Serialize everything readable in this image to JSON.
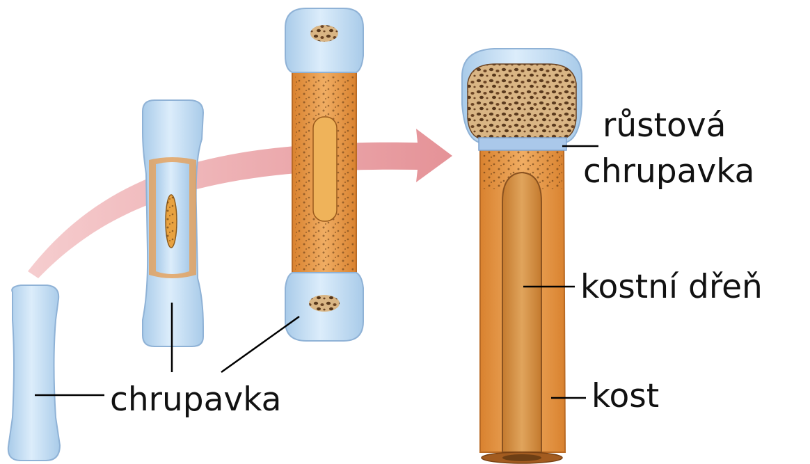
{
  "labels": {
    "growth_cartilage_line1": "růstová",
    "growth_cartilage_line2": "chrupavka",
    "bone_marrow": "kostní dřeň",
    "bone": "kost",
    "cartilage": "chrupavka"
  },
  "colors": {
    "cartilage": "#bcd9f1",
    "cartilage_edge": "#8fb2d6",
    "bone": "#e59a4c",
    "bone_edge": "#b96a24",
    "spongy_bone": "#c79a63",
    "marrow": "#cf8b3c",
    "arrow": "#e48f93"
  }
}
